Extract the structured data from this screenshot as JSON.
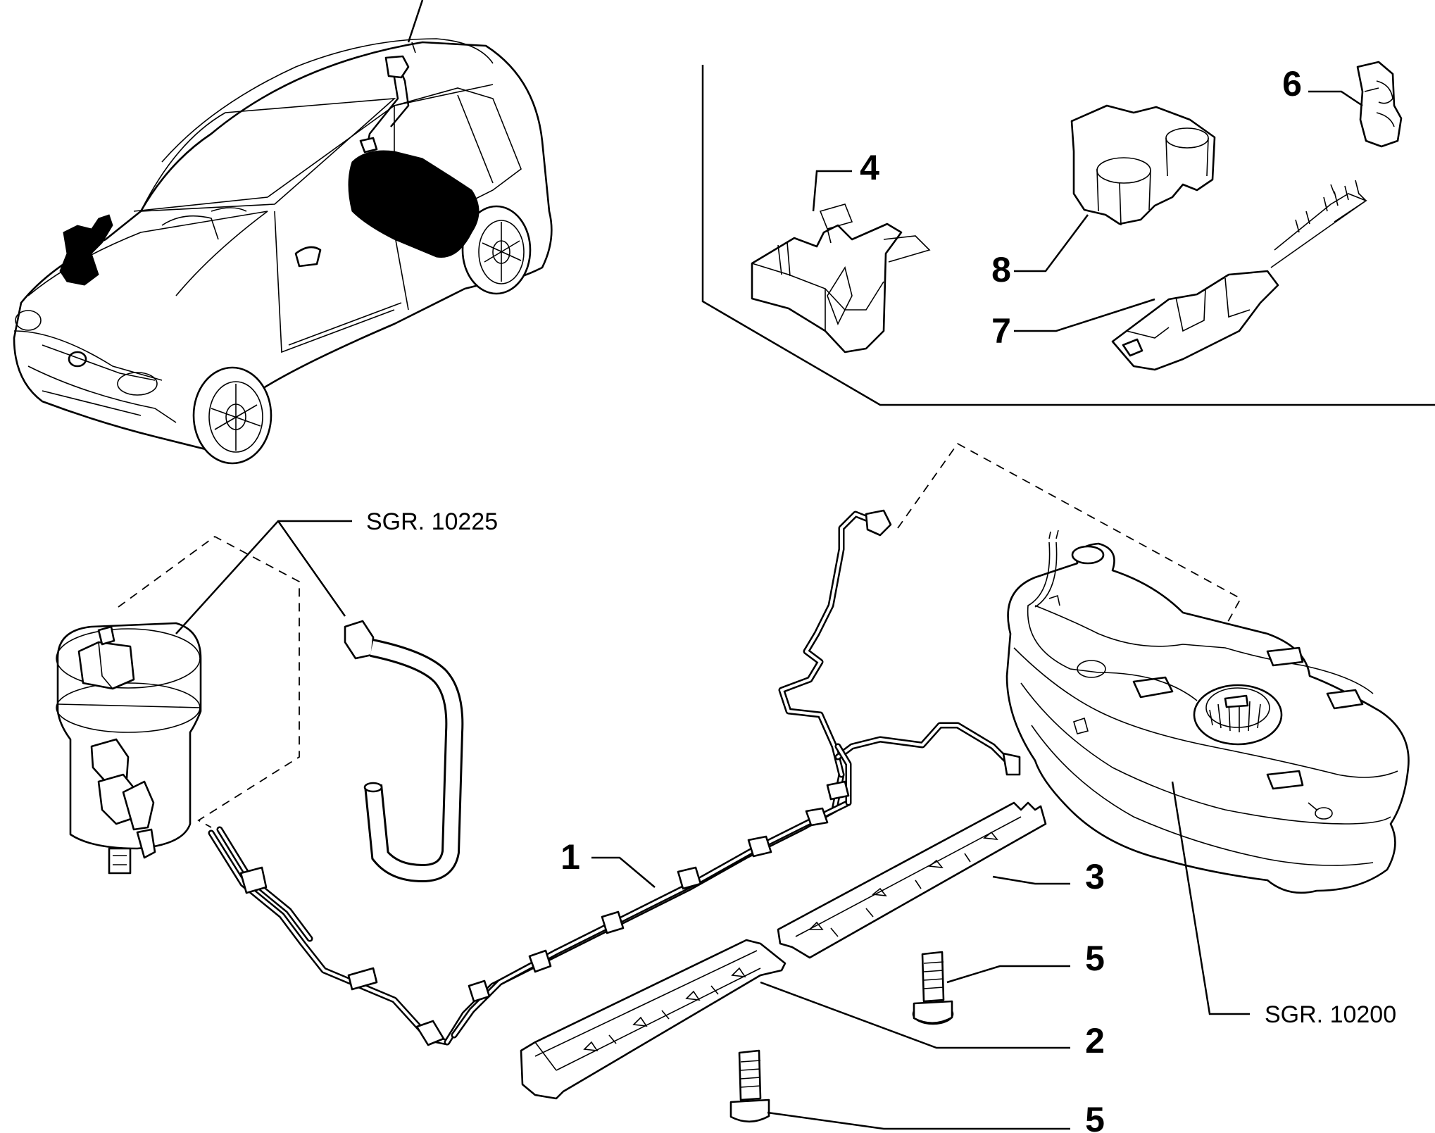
{
  "callouts": {
    "c1": "1",
    "c2": "2",
    "c3": "3",
    "c4": "4",
    "c5a": "5",
    "c5b": "5",
    "c6": "6",
    "c7": "7",
    "c8": "8"
  },
  "references": {
    "sgr_filter": "SGR. 10225",
    "sgr_tank": "SGR. 10200"
  }
}
